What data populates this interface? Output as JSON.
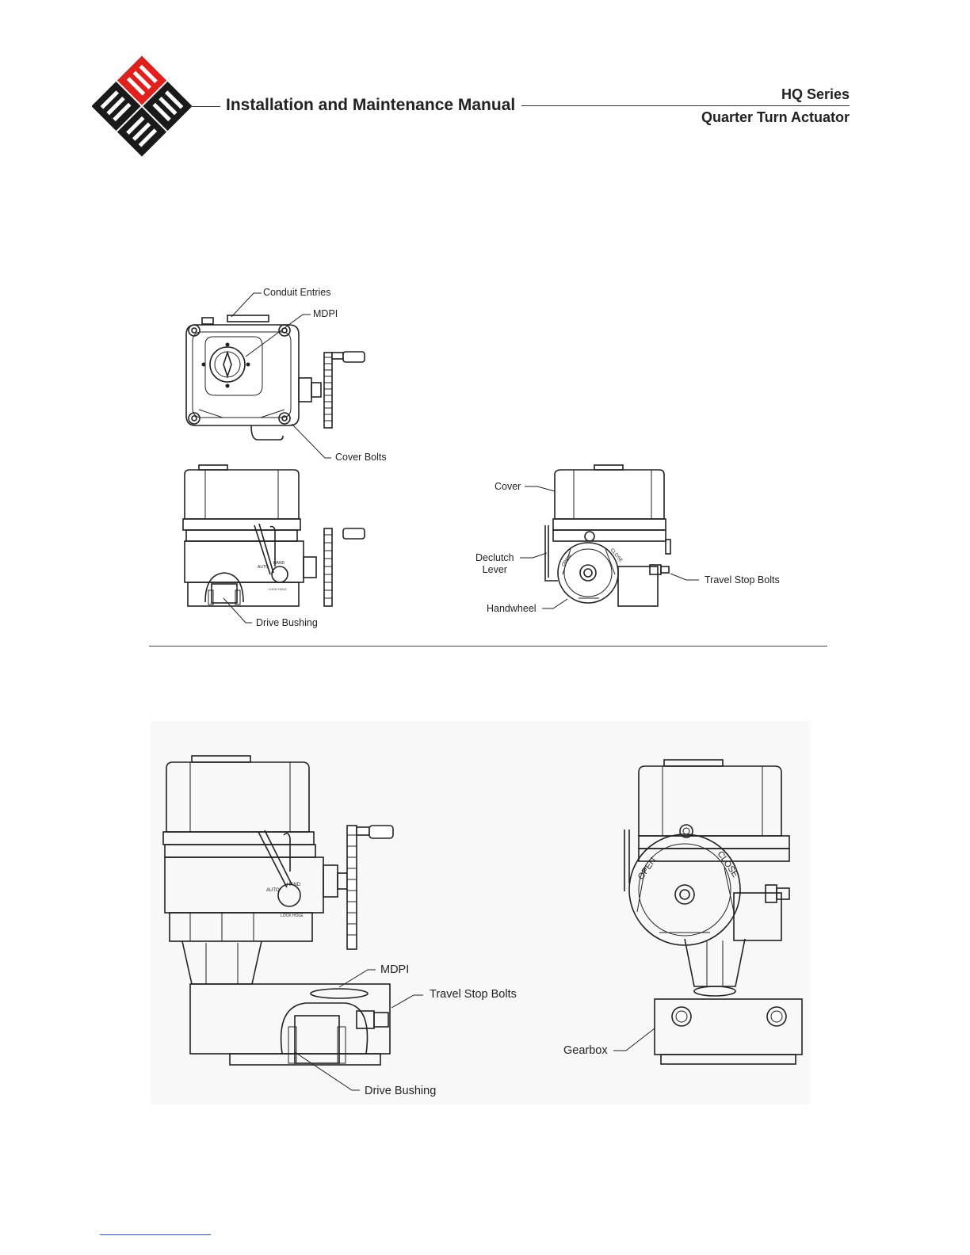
{
  "header": {
    "title": "Installation and Maintenance Manual",
    "series": "HQ Series",
    "subtitle": "Quarter Turn Actuator",
    "brand_color": "#e0201c"
  },
  "figure1": {
    "labels": {
      "conduit_entries": "Conduit Entries",
      "mdpi": "MDPI",
      "cover_bolts": "Cover Bolts",
      "drive_bushing": "Drive Bushing",
      "cover": "Cover",
      "declutch_line1": "Declutch",
      "declutch_line2": "Lever",
      "travel_stop_bolts": "Travel Stop Bolts",
      "handwheel": "Handwheel"
    },
    "engraved": {
      "auto": "AUTO",
      "hand": "HAND",
      "lock_hole": "LOCK HOLE",
      "open": "OPEN",
      "close": "CLOSE"
    }
  },
  "figure2": {
    "labels": {
      "mdpi": "MDPI",
      "travel_stop_bolts": "Travel Stop Bolts",
      "drive_bushing": "Drive Bushing",
      "gearbox": "Gearbox"
    },
    "engraved": {
      "auto": "AUTO",
      "hand": "HAND",
      "lock_hole": "LOCK HOLE",
      "open": "OPEN",
      "close": "CLOSE"
    }
  }
}
